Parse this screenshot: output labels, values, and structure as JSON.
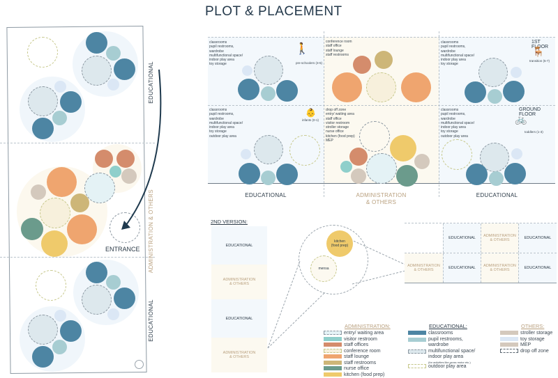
{
  "title": "PLOT & PLACEMENT",
  "colors": {
    "classroom": "#4d85a3",
    "pupil_restroom": "#a7cdd2",
    "multifunctional": "#dde8ed",
    "toy_storage": "#dbe7f5",
    "staff_offices": "#d48c6c",
    "staff_lounge": "#efa56f",
    "staff_restrooms": "#cdb678",
    "nurse_office": "#6b9b8c",
    "kitchen": "#efca6b",
    "visitor_restroom": "#8fcfcb",
    "stroller_storage": "#d4c9bd",
    "conference_room": "#f7f0dc",
    "entry": "#e4f2f5",
    "edu_bg": "#f3f8fc",
    "adm_bg": "#fcf9f0"
  },
  "site_plan": {
    "labels": {
      "top": "EDUCATIONAL",
      "middle": "ADMINISTRATION & OTHERS",
      "bottom": "EDUCATIONAL",
      "entrance": "ENTRANCE"
    }
  },
  "grid": {
    "top_row": [
      {
        "list": "classrooms\npupil restrooms,\nwardrobe\nmultifunctional space/\nindoor play area\ntoy storage",
        "tag": "pre-schoolers (3-5)"
      },
      {
        "list": "conference room\nstaff office\nstaff lounge\nstaff restrooms"
      },
      {
        "list": "classrooms\npupil restrooms,\nwardrobe\nmultifunctional space/\nindoor play area\ntoy storage",
        "floor": "1ST FLOOR",
        "tag": "transition (5-7)"
      }
    ],
    "bottom_row": [
      {
        "list": "classrooms\npupil restrooms,\nwardrobe\nmultifunctional space/\nindoor play area\ntoy storage\noutdoor play area",
        "tag": "infants (0-1)"
      },
      {
        "list": "drop off zone\nentry/ waiting area\nstaff office\nvisitor restroom\nstroller storage\nnurse office\nkitchen (food prep)\nMEP"
      },
      {
        "list": "classrooms\npupil restrooms,\nwardrobe\nmultifunctional space/\nindoor play area\ntoy storage\noutdoor play area",
        "floor": "GROUND FLOOR",
        "tag": "toddlers (1-3)"
      }
    ],
    "col_labels": [
      "EDUCATIONAL",
      "ADMINISTRATION\n& OTHERS",
      "EDUCATIONAL"
    ]
  },
  "second_version": {
    "heading": "2ND VERSION:",
    "stack": [
      "EDUCATIONAL",
      "ADMINISTRATION\n& OTHERS",
      "EDUCATIONAL",
      "ADMINISTRATION\n& OTHERS"
    ],
    "bubble": {
      "kitchen": "kitchen\n(food prep)",
      "mensa": "mensa"
    },
    "mini_grid": {
      "top": [
        "",
        "EDUCATIONAL",
        "ADMINISTRATION\n& OTHERS",
        "EDUCATIONAL"
      ],
      "bottom": [
        "ADMINISTRATION\n& OTHERS",
        "EDUCATIONAL",
        "ADMINISTRATION\n& OTHERS",
        "EDUCATIONAL"
      ]
    }
  },
  "legend": {
    "administration": {
      "heading": "ADMINISTRATION:",
      "items": [
        "entry/ waiting area",
        "visitor restroom",
        "staff offices",
        "conference room",
        "staff lounge",
        "staff restrooms",
        "nurse office",
        "kitchen (food prep)"
      ]
    },
    "educational": {
      "heading": "EDUCATIONAL:",
      "items": [
        "classrooms",
        "pupil restrooms,\nwardrobe",
        "multifunctional space/\nindoor play area",
        "outdoor play area"
      ],
      "note": "(for activities like gross motor etc.)"
    },
    "others": {
      "heading": "OTHERS:",
      "items": [
        "stroller storage",
        "toy storage",
        "MEP",
        "drop off zone"
      ]
    }
  }
}
